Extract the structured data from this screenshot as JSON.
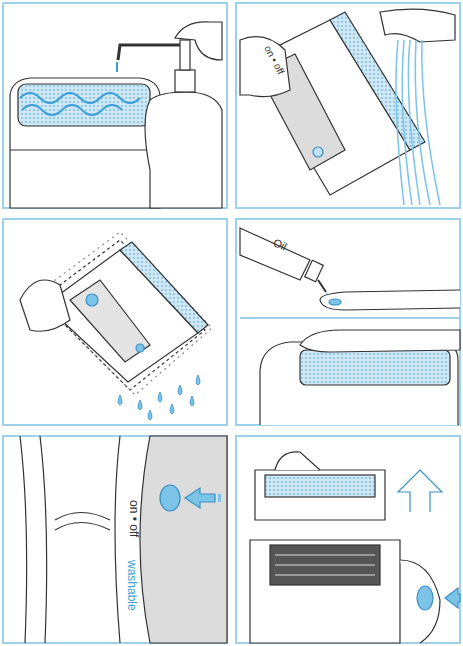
{
  "diagram": {
    "labels": [
      "on • off",
      "Oil",
      "on • off",
      "washable"
    ]
  }
}
